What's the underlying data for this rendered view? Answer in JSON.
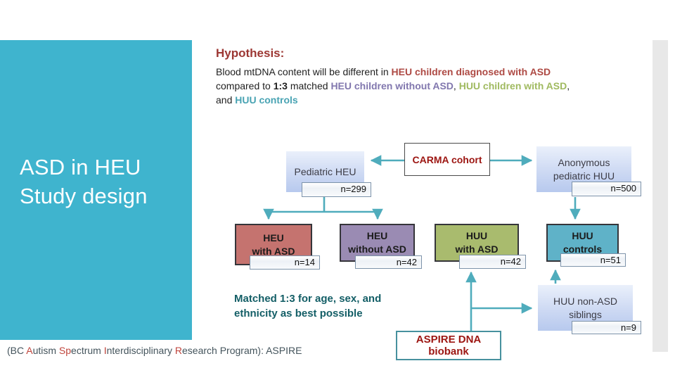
{
  "sidebar": {
    "title": [
      "ASD in HEU",
      "Study design"
    ]
  },
  "hypothesis": {
    "heading": "Hypothesis:",
    "l1a": "Blood mtDNA content will be different in ",
    "l1b": "HEU children diagnosed with ASD",
    "l2a": "compared to ",
    "l2b": "1:3",
    "l2c": " matched ",
    "l2d": "HEU children without ASD",
    "l2e": ", ",
    "l2f": "HUU children with ASD",
    "l2g": ",",
    "l3a": "and ",
    "l3b": "HUU controls"
  },
  "nodes": {
    "pediatric_heu": {
      "label": "Pediatric HEU",
      "n": "n=299"
    },
    "carma": {
      "label": "CARMA cohort"
    },
    "anon": {
      "line1": "Anonymous",
      "line2": "pediatric HUU",
      "n": "n=500"
    },
    "heu_with_asd": {
      "line1": "HEU",
      "line2": "with ASD",
      "n": "n=14"
    },
    "heu_without_asd": {
      "line1": "HEU",
      "line2": "without ASD",
      "n": "n=42"
    },
    "huu_with_asd": {
      "line1": "HUU",
      "line2": "with ASD",
      "n": "n=42"
    },
    "huu_controls": {
      "line1": "HUU",
      "line2": "controls",
      "n": "n=51"
    },
    "siblings": {
      "line1": "HUU non-ASD",
      "line2": "siblings",
      "n": "n=9"
    },
    "biobank": {
      "label": "ASPIRE DNA biobank"
    }
  },
  "matched_note": {
    "line1": "Matched 1:3 for age, sex, and",
    "line2": "ethnicity as best possible"
  },
  "footer": {
    "s0": "(BC ",
    "s1": "A",
    "s2": "utism ",
    "s3": "Sp",
    "s4": "ectrum ",
    "s5": "I",
    "s6": "nterdisciplinary ",
    "s7": "R",
    "s8": "esearch ",
    "s9": "Program): ASPIRE"
  },
  "colors": {
    "sidebar_teal": "#3FB4CE",
    "arrow_teal": "#4FACBC",
    "heu_asd_fill": "#C5736F",
    "heu_no_asd_fill": "#9A8BB3",
    "huu_asd_fill": "#A9BB6E",
    "huu_controls_fill": "#5FB2C8",
    "accent_dark_red": "#9C1511",
    "hypothesis_red": "#AE4A44",
    "hypothesis_purple": "#8177AE",
    "hypothesis_green": "#A0BA60",
    "hypothesis_teal": "#48A3B3",
    "note_teal": "#135E66"
  }
}
